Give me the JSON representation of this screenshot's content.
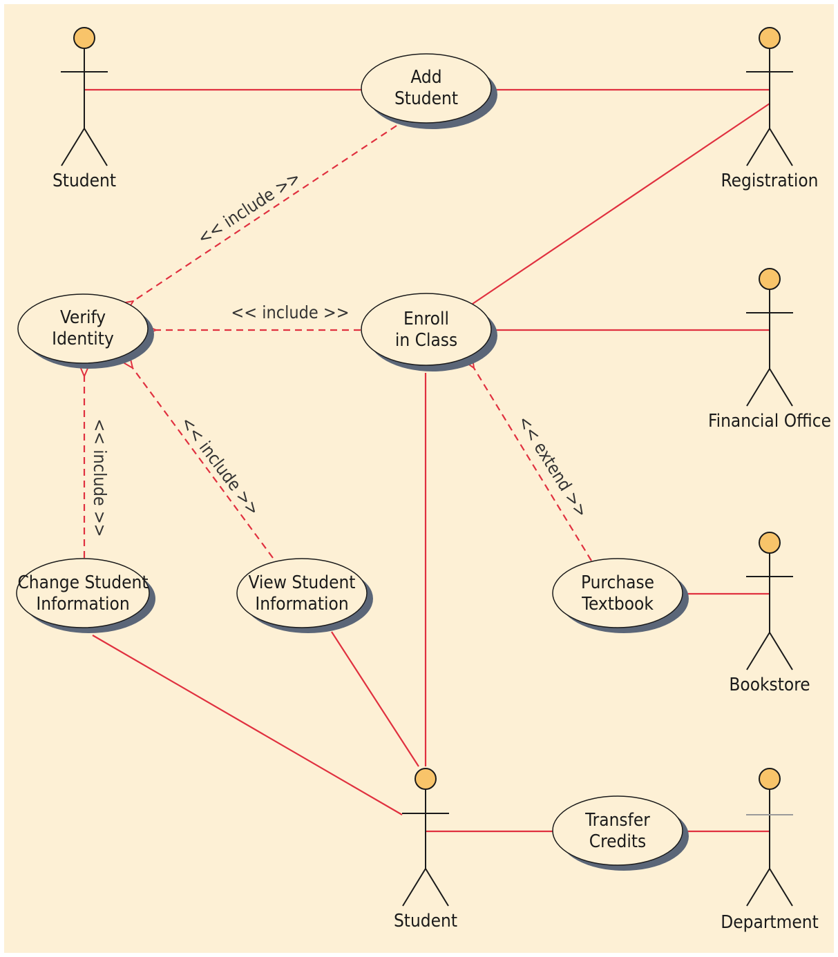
{
  "colors": {
    "background": "#fdf0d5",
    "association": "#e0303f",
    "dependency": "#e0303f",
    "usecase_fill": "#fdf0d5",
    "usecase_shadow": "#5b6678",
    "actor_head": "#f8c46a",
    "actor_body": "#1a1a1a"
  },
  "actors": [
    {
      "id": "student_top",
      "label": "Student"
    },
    {
      "id": "registration",
      "label": "Registration"
    },
    {
      "id": "financial_office",
      "label": "Financial Office"
    },
    {
      "id": "bookstore",
      "label": "Bookstore"
    },
    {
      "id": "student_bottom",
      "label": "Student"
    },
    {
      "id": "department",
      "label": "Department"
    }
  ],
  "use_cases": [
    {
      "id": "add_student",
      "lines": [
        "Add",
        "Student"
      ]
    },
    {
      "id": "verify_identity",
      "lines": [
        "Verify",
        "Identity"
      ]
    },
    {
      "id": "enroll_in_class",
      "lines": [
        "Enroll",
        "in Class"
      ]
    },
    {
      "id": "change_student_info",
      "lines": [
        "Change Student",
        "Information"
      ]
    },
    {
      "id": "view_student_info",
      "lines": [
        "View Student",
        "Information"
      ]
    },
    {
      "id": "purchase_textbook",
      "lines": [
        "Purchase",
        "Textbook"
      ]
    },
    {
      "id": "transfer_credits",
      "lines": [
        "Transfer",
        "Credits"
      ]
    }
  ],
  "relationships": [
    {
      "id": "inc_add",
      "label": "<< include >>",
      "type": "include"
    },
    {
      "id": "inc_enroll",
      "label": "<< include >>",
      "type": "include"
    },
    {
      "id": "inc_change",
      "label": "<< include >>",
      "type": "include"
    },
    {
      "id": "inc_view",
      "label": "<< include >>",
      "type": "include"
    },
    {
      "id": "ext_purchase",
      "label": "<< extend >>",
      "type": "extend"
    }
  ]
}
